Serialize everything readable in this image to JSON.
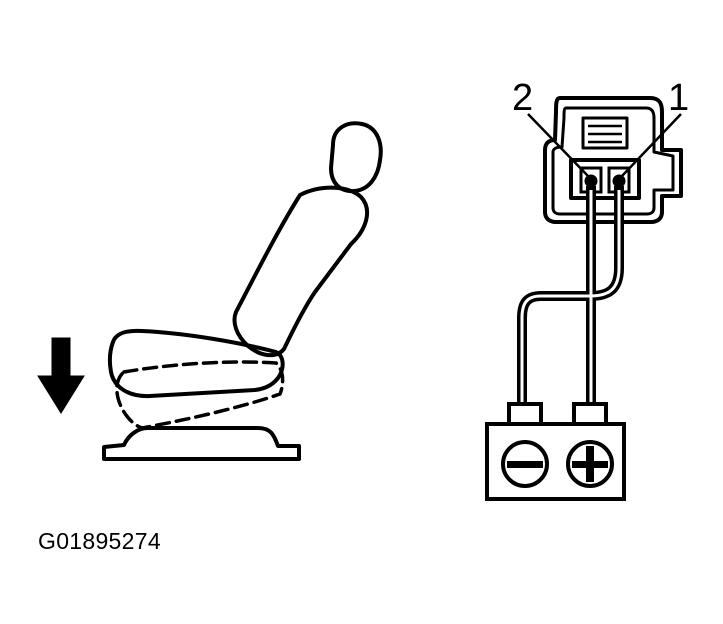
{
  "diagram": {
    "pin_labels": {
      "pin_1": "1",
      "pin_2": "2"
    },
    "figure_id": "G01895274",
    "colors": {
      "ink": "#000000",
      "paper": "#ffffff"
    }
  }
}
